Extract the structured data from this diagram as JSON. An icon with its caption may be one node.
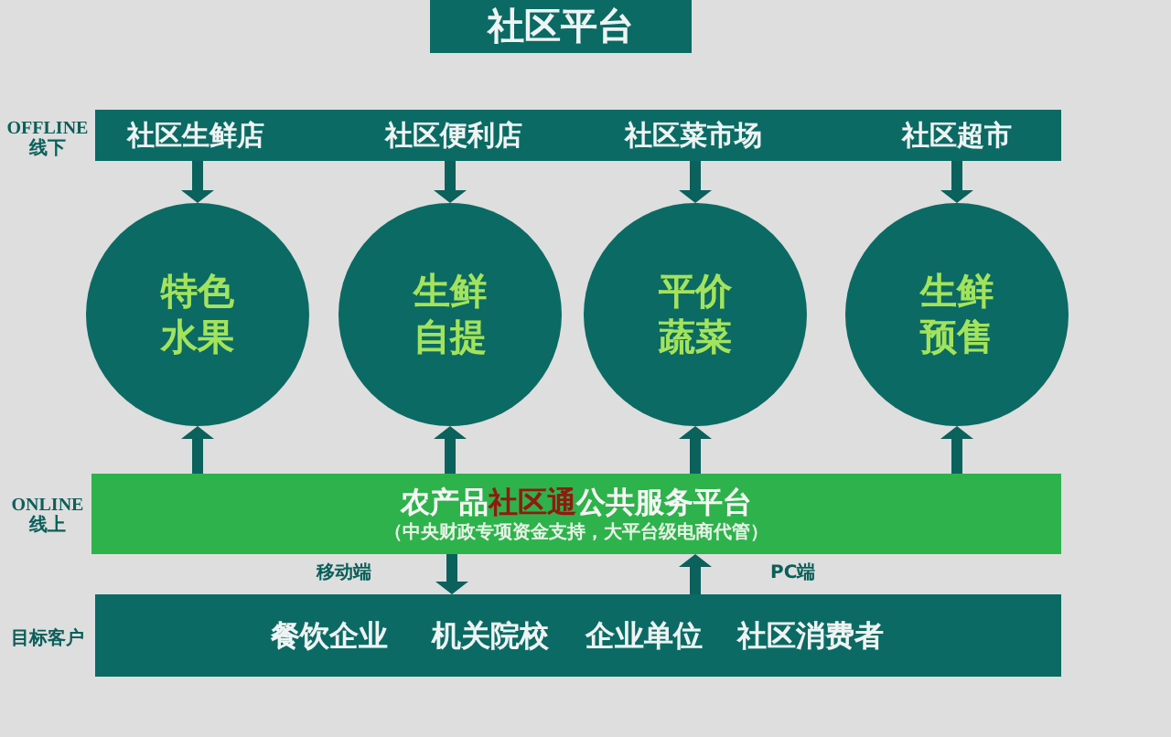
{
  "diagram": {
    "title": "社区平台",
    "nodes": [
      {
        "text": [],
        "shape": "bar",
        "beside": [
          "OFFLINE 线下"
        ]
      },
      {
        "text": [
          "社区生鲜店"
        ],
        "in": 0
      },
      {
        "text": [
          "社区便利店"
        ],
        "in": 0
      },
      {
        "text": [
          "社区菜市场"
        ],
        "in": 0
      },
      {
        "text": [
          "社区超市"
        ],
        "in": 0
      },
      {
        "text": [
          "特色水果"
        ]
      },
      {
        "text": [
          "生鲜自提"
        ]
      },
      {
        "text": [
          "平价蔬菜"
        ]
      },
      {
        "text": [
          "生鲜预售"
        ]
      },
      {
        "text": [
          "农产品**社区通**公共服务平台",
          "（中央财政专项资金支持，大平台级电商代管）"
        ],
        "beside": [
          "ONLINE 线上"
        ]
      },
      {
        "text": [],
        "shape": "bar",
        "beside": [
          "目标客户"
        ]
      },
      {
        "text": [
          "餐饮企业"
        ],
        "in": 10
      },
      {
        "text": [
          "机关院校"
        ],
        "in": 10
      },
      {
        "text": [
          "企业单位"
        ],
        "in": 10
      },
      {
        "text": [
          "社区消费者"
        ],
        "in": 10
      }
    ],
    "edges": [
      {
        "from": 1,
        "to": 5,
        "arrow": "to"
      },
      {
        "from": 2,
        "to": 6,
        "arrow": "to"
      },
      {
        "from": 3,
        "to": 7,
        "arrow": "to"
      },
      {
        "from": 4,
        "to": 8,
        "arrow": "to"
      },
      {
        "from": 9,
        "to": 5,
        "arrow": "to"
      },
      {
        "from": 9,
        "to": 6,
        "arrow": "to"
      },
      {
        "from": 9,
        "to": 7,
        "arrow": "to"
      },
      {
        "from": 9,
        "to": 8,
        "arrow": "to"
      },
      {
        "from": 9,
        "to": 10,
        "label": "移动端",
        "arrow": "to"
      },
      {
        "from": 10,
        "to": 9,
        "label": "PC端",
        "arrow": "to"
      }
    ]
  }
}
